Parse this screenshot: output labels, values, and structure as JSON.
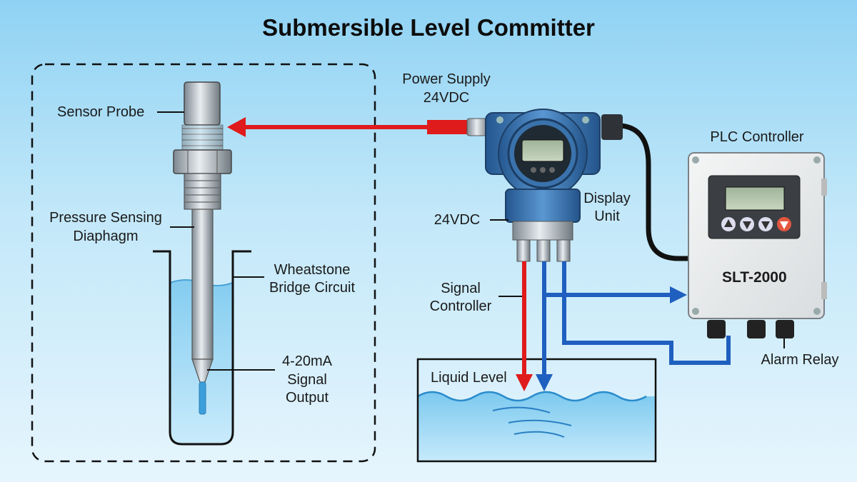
{
  "title": "Submersible Level Committer",
  "labels": {
    "sensor_probe": "Sensor Probe",
    "pressure_sensing": "Pressure Sensing",
    "diaphagm": "Diaphagm",
    "wheatstone": "Wheatstone",
    "bridge_circuit": "Bridge Circuit",
    "signal_current": "4-20mA",
    "signal_word": "Signal",
    "output_word": "Output",
    "power_supply": "Power Supply",
    "power_voltage": "24VDC",
    "voltage_side": "24VDC",
    "display": "Display",
    "unit": "Unit",
    "signal_ctrl_1": "Signal",
    "signal_ctrl_2": "Controller",
    "liquid_level": "Liquid Level",
    "plc_controller": "PLC Controller",
    "alarm_relay": "Alarm Relay"
  },
  "plc": {
    "model": "SLT-2000"
  },
  "colors": {
    "power_line": "#e01b1b",
    "signal_line": "#1f5fbf",
    "transmitter_body": "#3d79b8",
    "water": "#8fd0f0",
    "enclosure": "#e9ecec"
  },
  "icons": [
    "up-arrow-icon",
    "down-arrow-icon",
    "menu-icon",
    "alarm-icon"
  ]
}
